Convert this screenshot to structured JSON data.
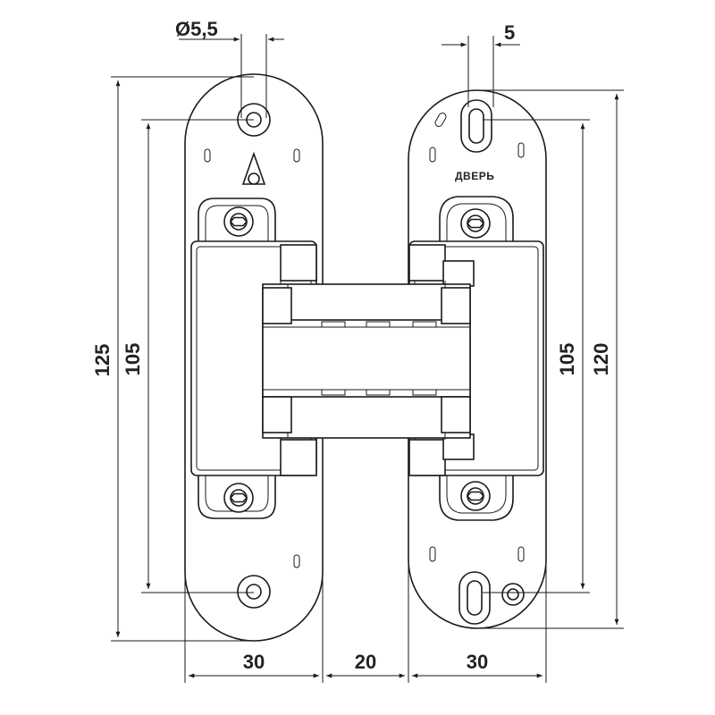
{
  "diagram": {
    "door_label": "ДВЕРЬ",
    "dimensions": {
      "hole_diameter": "Ø5,5",
      "slot_width": "5",
      "total_height_left": "125",
      "mount_spacing_left": "105",
      "mount_spacing_right": "105",
      "total_height_right": "120",
      "width_left": "30",
      "gap": "20",
      "width_right": "30"
    }
  }
}
